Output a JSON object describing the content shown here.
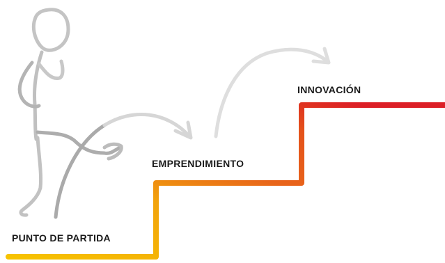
{
  "steps": [
    {
      "label": "PUNTO DE PARTIDA",
      "color": "#f5b800"
    },
    {
      "label": "EMPRENDIMIENTO",
      "color": "#e8641a"
    },
    {
      "label": "INNOVACIÓN",
      "color": "#dc1f26"
    }
  ],
  "colors": {
    "figure_stroke": "#c4c4c4",
    "figure_stroke_dark": "#a8a8a8",
    "arrow_stroke": "#d4d4d4",
    "label_text": "#1a1a1a"
  }
}
